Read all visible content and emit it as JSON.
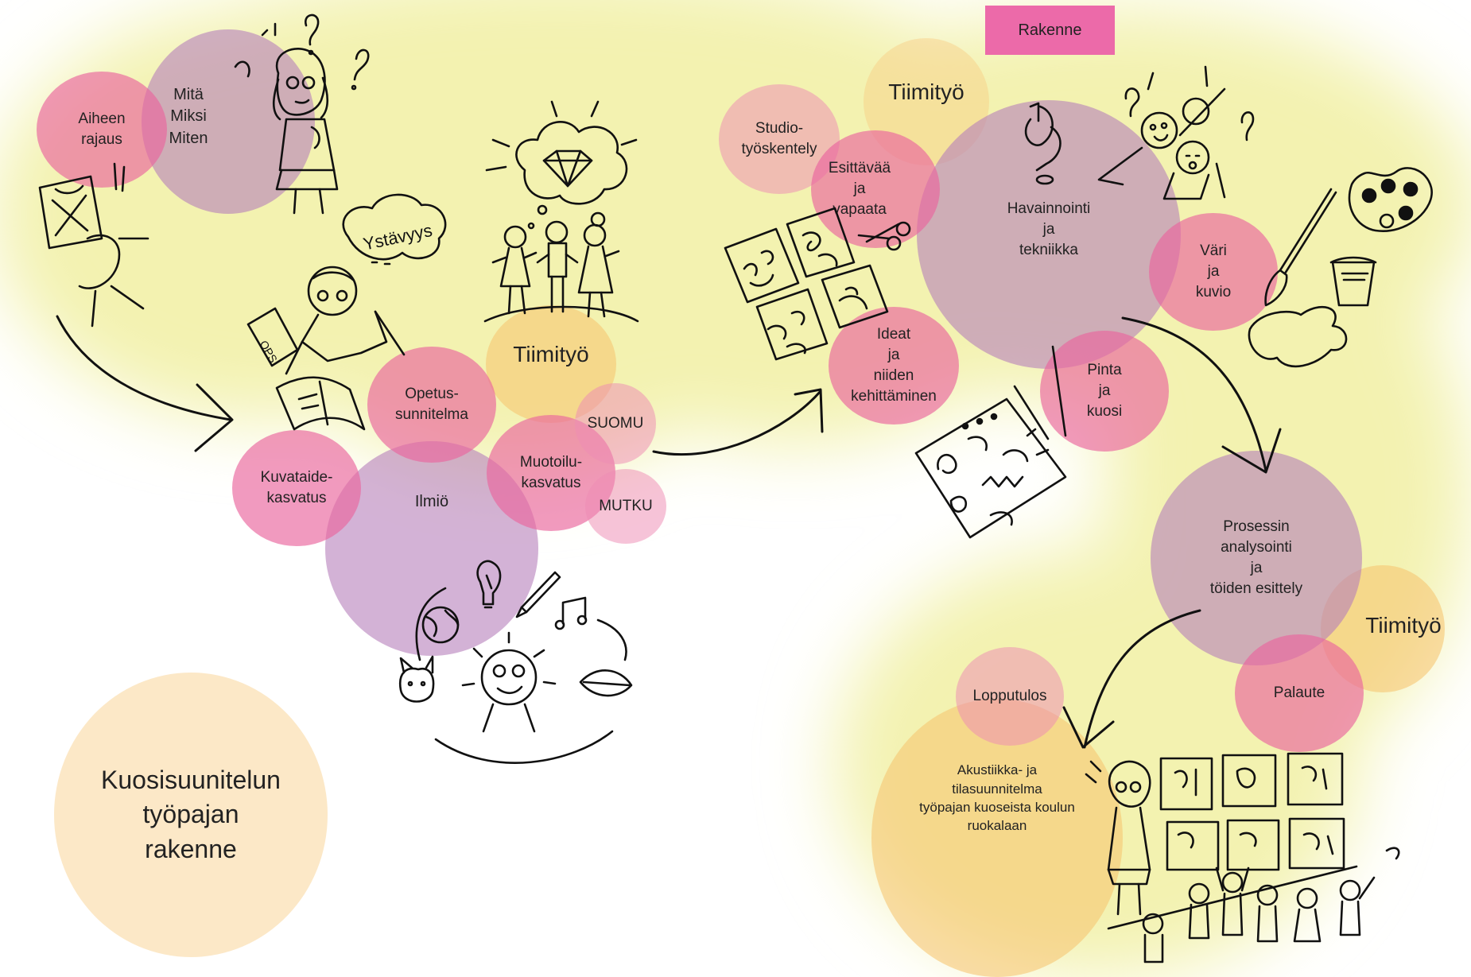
{
  "tag": {
    "label": "Rakenne"
  },
  "colors": {
    "pink": "#e9669e",
    "light_pink": "#ee8cb4",
    "purple": "#b67eba",
    "orange": "#f7c470",
    "background_glow": "#f3f2b0",
    "tag": "#ec6aa9",
    "ink": "#111111"
  },
  "nodes": {
    "aiheen_rajaus": "Aiheen\nrajaus",
    "mita_miksi_miten": "Mitä\nMiksi\nMiten",
    "opetussuunnitelma": "Opetus-\nsunnitelma",
    "kuvataidekasvatus": "Kuvataide-\nkasvatus",
    "ilmio": "Ilmiö",
    "tiimityo_1": "Tiimityö",
    "suomu": "SUOMU",
    "muotoilukasvatus": "Muotoilu-\nkasvatus",
    "mutku": "MUTKU",
    "studiotyoskentely": "Studio-\ntyöskentely",
    "tiimityo_2": "Tiimityö",
    "esittavaa_ja_vapaata": "Esittävää\nja\nvapaata",
    "havainnointi_ja_tekniikka": "Havainnointi\nja\ntekniikka",
    "vari_ja_kuvio": "Väri\nja\nkuvio",
    "ideat_ja_niiden_kehittaminen": "Ideat\nja\nniiden\nkehittäminen",
    "pinta_ja_kuosi": "Pinta\nja\nkuosi",
    "prosessin_analysointi": "Prosessin\nanalysointi\nja\ntöiden esittely",
    "tiimityo_3": "Tiimityö",
    "palaute": "Palaute",
    "lopputulos": "Lopputulos",
    "akustiikka": "Akustiikka- ja\ntilasuunnitelma\ntyöpajan kuoseista koulun\nruokalaan",
    "main_title": "Kuosisuunitelun\ntyöpajan\nrakenne"
  },
  "sketch_text": {
    "ystavyys": "Ystävyys",
    "ops": "OPS"
  },
  "icons": [
    "question-mark-icon",
    "girl-with-glasses-icon",
    "crossed-paper-icon",
    "thought-cloud-icon",
    "diamond-icon",
    "children-group-icon",
    "book-icon",
    "lightbulb-icon",
    "globe-icon",
    "pencil-icon",
    "music-note-icon",
    "leaf-icon",
    "cat-icon",
    "sun-face-icon",
    "pattern-tiles-icon",
    "scissors-icon",
    "question-sculpture-icon",
    "excited-children-icon",
    "palette-icon",
    "paintbrush-icon",
    "water-cup-icon",
    "patterned-paper-icon",
    "exhibition-wall-icon"
  ]
}
